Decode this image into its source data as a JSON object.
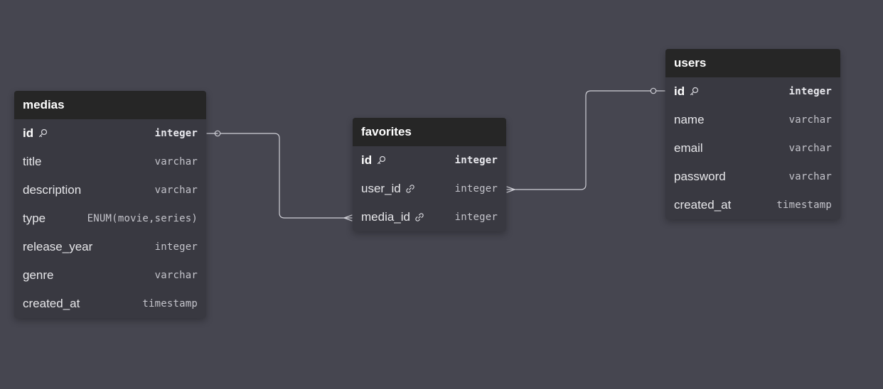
{
  "theme": {
    "canvas_bg": "#464650",
    "table_bg": "#393941",
    "header_bg": "#262626",
    "connector_color": "#cfcfd6",
    "text_color": "#e7e7ea",
    "type_color": "#c4c4cb"
  },
  "tables": {
    "medias": {
      "name": "medias",
      "fields": [
        {
          "name": "id",
          "type": "integer",
          "icon": "key-icon"
        },
        {
          "name": "title",
          "type": "varchar"
        },
        {
          "name": "description",
          "type": "varchar"
        },
        {
          "name": "type",
          "type": "ENUM(movie,series)"
        },
        {
          "name": "release_year",
          "type": "integer"
        },
        {
          "name": "genre",
          "type": "varchar"
        },
        {
          "name": "created_at",
          "type": "timestamp"
        }
      ]
    },
    "favorites": {
      "name": "favorites",
      "fields": [
        {
          "name": "id",
          "type": "integer",
          "icon": "key-icon"
        },
        {
          "name": "user_id",
          "type": "integer",
          "icon": "link-icon"
        },
        {
          "name": "media_id",
          "type": "integer",
          "icon": "link-icon"
        }
      ]
    },
    "users": {
      "name": "users",
      "fields": [
        {
          "name": "id",
          "type": "integer",
          "icon": "key-icon"
        },
        {
          "name": "name",
          "type": "varchar"
        },
        {
          "name": "email",
          "type": "varchar"
        },
        {
          "name": "password",
          "type": "varchar"
        },
        {
          "name": "created_at",
          "type": "timestamp"
        }
      ]
    }
  },
  "relationships": [
    {
      "from": "medias.id",
      "to": "favorites.media_id",
      "from_cardinality": "one",
      "to_cardinality": "many"
    },
    {
      "from": "users.id",
      "to": "favorites.user_id",
      "from_cardinality": "one",
      "to_cardinality": "many"
    }
  ]
}
